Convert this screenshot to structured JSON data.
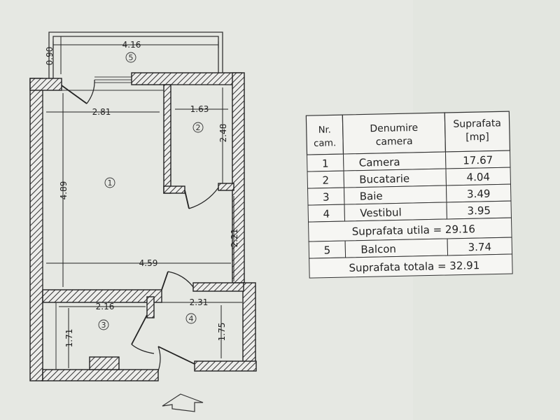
{
  "plan": {
    "dims": {
      "balcony_width": "4.16",
      "balcony_depth": "0.90",
      "room1_width": "2.81",
      "kitchen_width": "1.63",
      "kitchen_depth": "2.48",
      "room1_depth": "4.89",
      "room1_lower_depth": "2.21",
      "room1_full_width": "4.59",
      "bath_width": "2.16",
      "hall_width": "2.31",
      "bath_depth": "1.71",
      "hall_depth": "1.75"
    },
    "rooms": {
      "r1": "1",
      "r2": "2",
      "r3": "3",
      "r4": "4",
      "r5": "5"
    }
  },
  "table": {
    "header": {
      "nr_line1": "Nr.",
      "nr_line2": "cam.",
      "name_line1": "Denumire",
      "name_line2": "camera",
      "area_line1": "Suprafata",
      "area_line2": "[mp]"
    },
    "rows": [
      {
        "nr": "1",
        "name": "Camera",
        "area": "17.67"
      },
      {
        "nr": "2",
        "name": "Bucatarie",
        "area": "4.04"
      },
      {
        "nr": "3",
        "name": "Baie",
        "area": "3.49"
      },
      {
        "nr": "4",
        "name": "Vestibul",
        "area": "3.95"
      }
    ],
    "useful_total": "Suprafata utila = 29.16",
    "balcony_row": {
      "nr": "5",
      "name": "Balcon",
      "area": "3.74"
    },
    "grand_total": "Suprafata totala = 32.91"
  }
}
